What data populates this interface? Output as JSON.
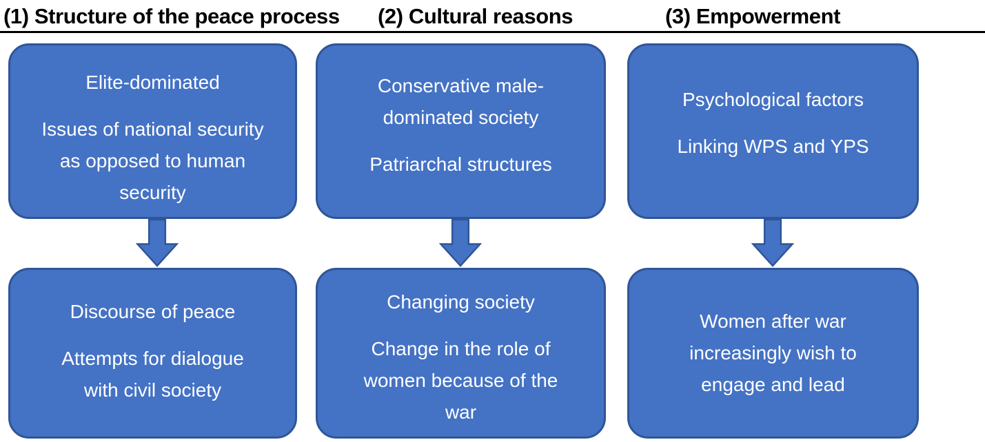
{
  "diagram": {
    "colors": {
      "box_fill": "#4472C4",
      "box_border": "#2F5597",
      "box_text": "#FFFFFF",
      "header_text": "#000000",
      "divider": "#000000"
    },
    "columns": [
      {
        "header": "(1) Structure of the peace process",
        "top_box": {
          "paragraphs": [
            "Elite-dominated",
            "Issues of national security\nas opposed to human\nsecurity"
          ]
        },
        "bottom_box": {
          "paragraphs": [
            "Discourse of peace",
            "Attempts for dialogue\nwith civil society"
          ]
        }
      },
      {
        "header": "(2) Cultural reasons",
        "top_box": {
          "paragraphs": [
            "Conservative male-\ndominated society",
            "Patriarchal structures"
          ]
        },
        "bottom_box": {
          "paragraphs": [
            "Changing society",
            "Change in the role of\nwomen because of the\nwar"
          ]
        }
      },
      {
        "header": "(3) Empowerment",
        "top_box": {
          "paragraphs": [
            "Psychological factors",
            "Linking WPS and YPS"
          ]
        },
        "bottom_box": {
          "paragraphs": [
            "Women after war\nincreasingly wish to\nengage and lead"
          ]
        }
      }
    ]
  }
}
